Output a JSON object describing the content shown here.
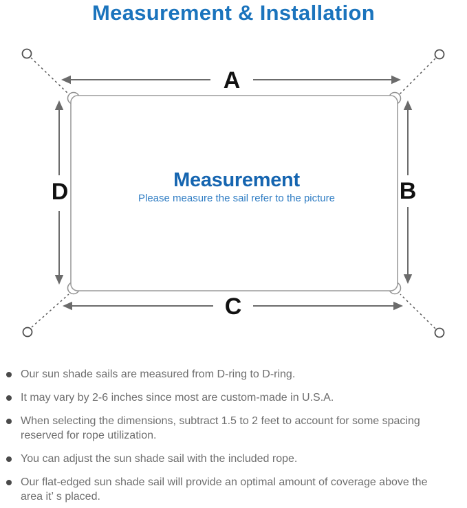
{
  "page": {
    "title": "Measurement & Installation"
  },
  "diagram": {
    "dimension_labels": {
      "top": "A",
      "right": "B",
      "bottom": "C",
      "left": "D"
    },
    "center": {
      "title": "Measurement",
      "subtitle": "Please measure the sail refer to the picture"
    }
  },
  "colors": {
    "title_blue": "#1b74bd",
    "center_title_blue": "#1565b0",
    "subtitle_blue": "#2e7cc3",
    "sail_outline_gray": "#9c9c9c",
    "arrow_gray": "#6b6b6b",
    "note_text_gray": "#6e6e6e",
    "dimension_label_black": "#111111"
  },
  "notes": [
    "Our sun shade sails are measured from D-ring to D-ring.",
    "It may vary by 2-6 inches since most are custom-made in U.S.A.",
    "When selecting the dimensions, subtract 1.5 to 2 feet to account for some spacing reserved for rope utilization.",
    "You can adjust the sun shade sail with the included rope.",
    "Our flat-edged sun shade sail will provide an optimal amount of coverage above the area it’ s placed."
  ]
}
